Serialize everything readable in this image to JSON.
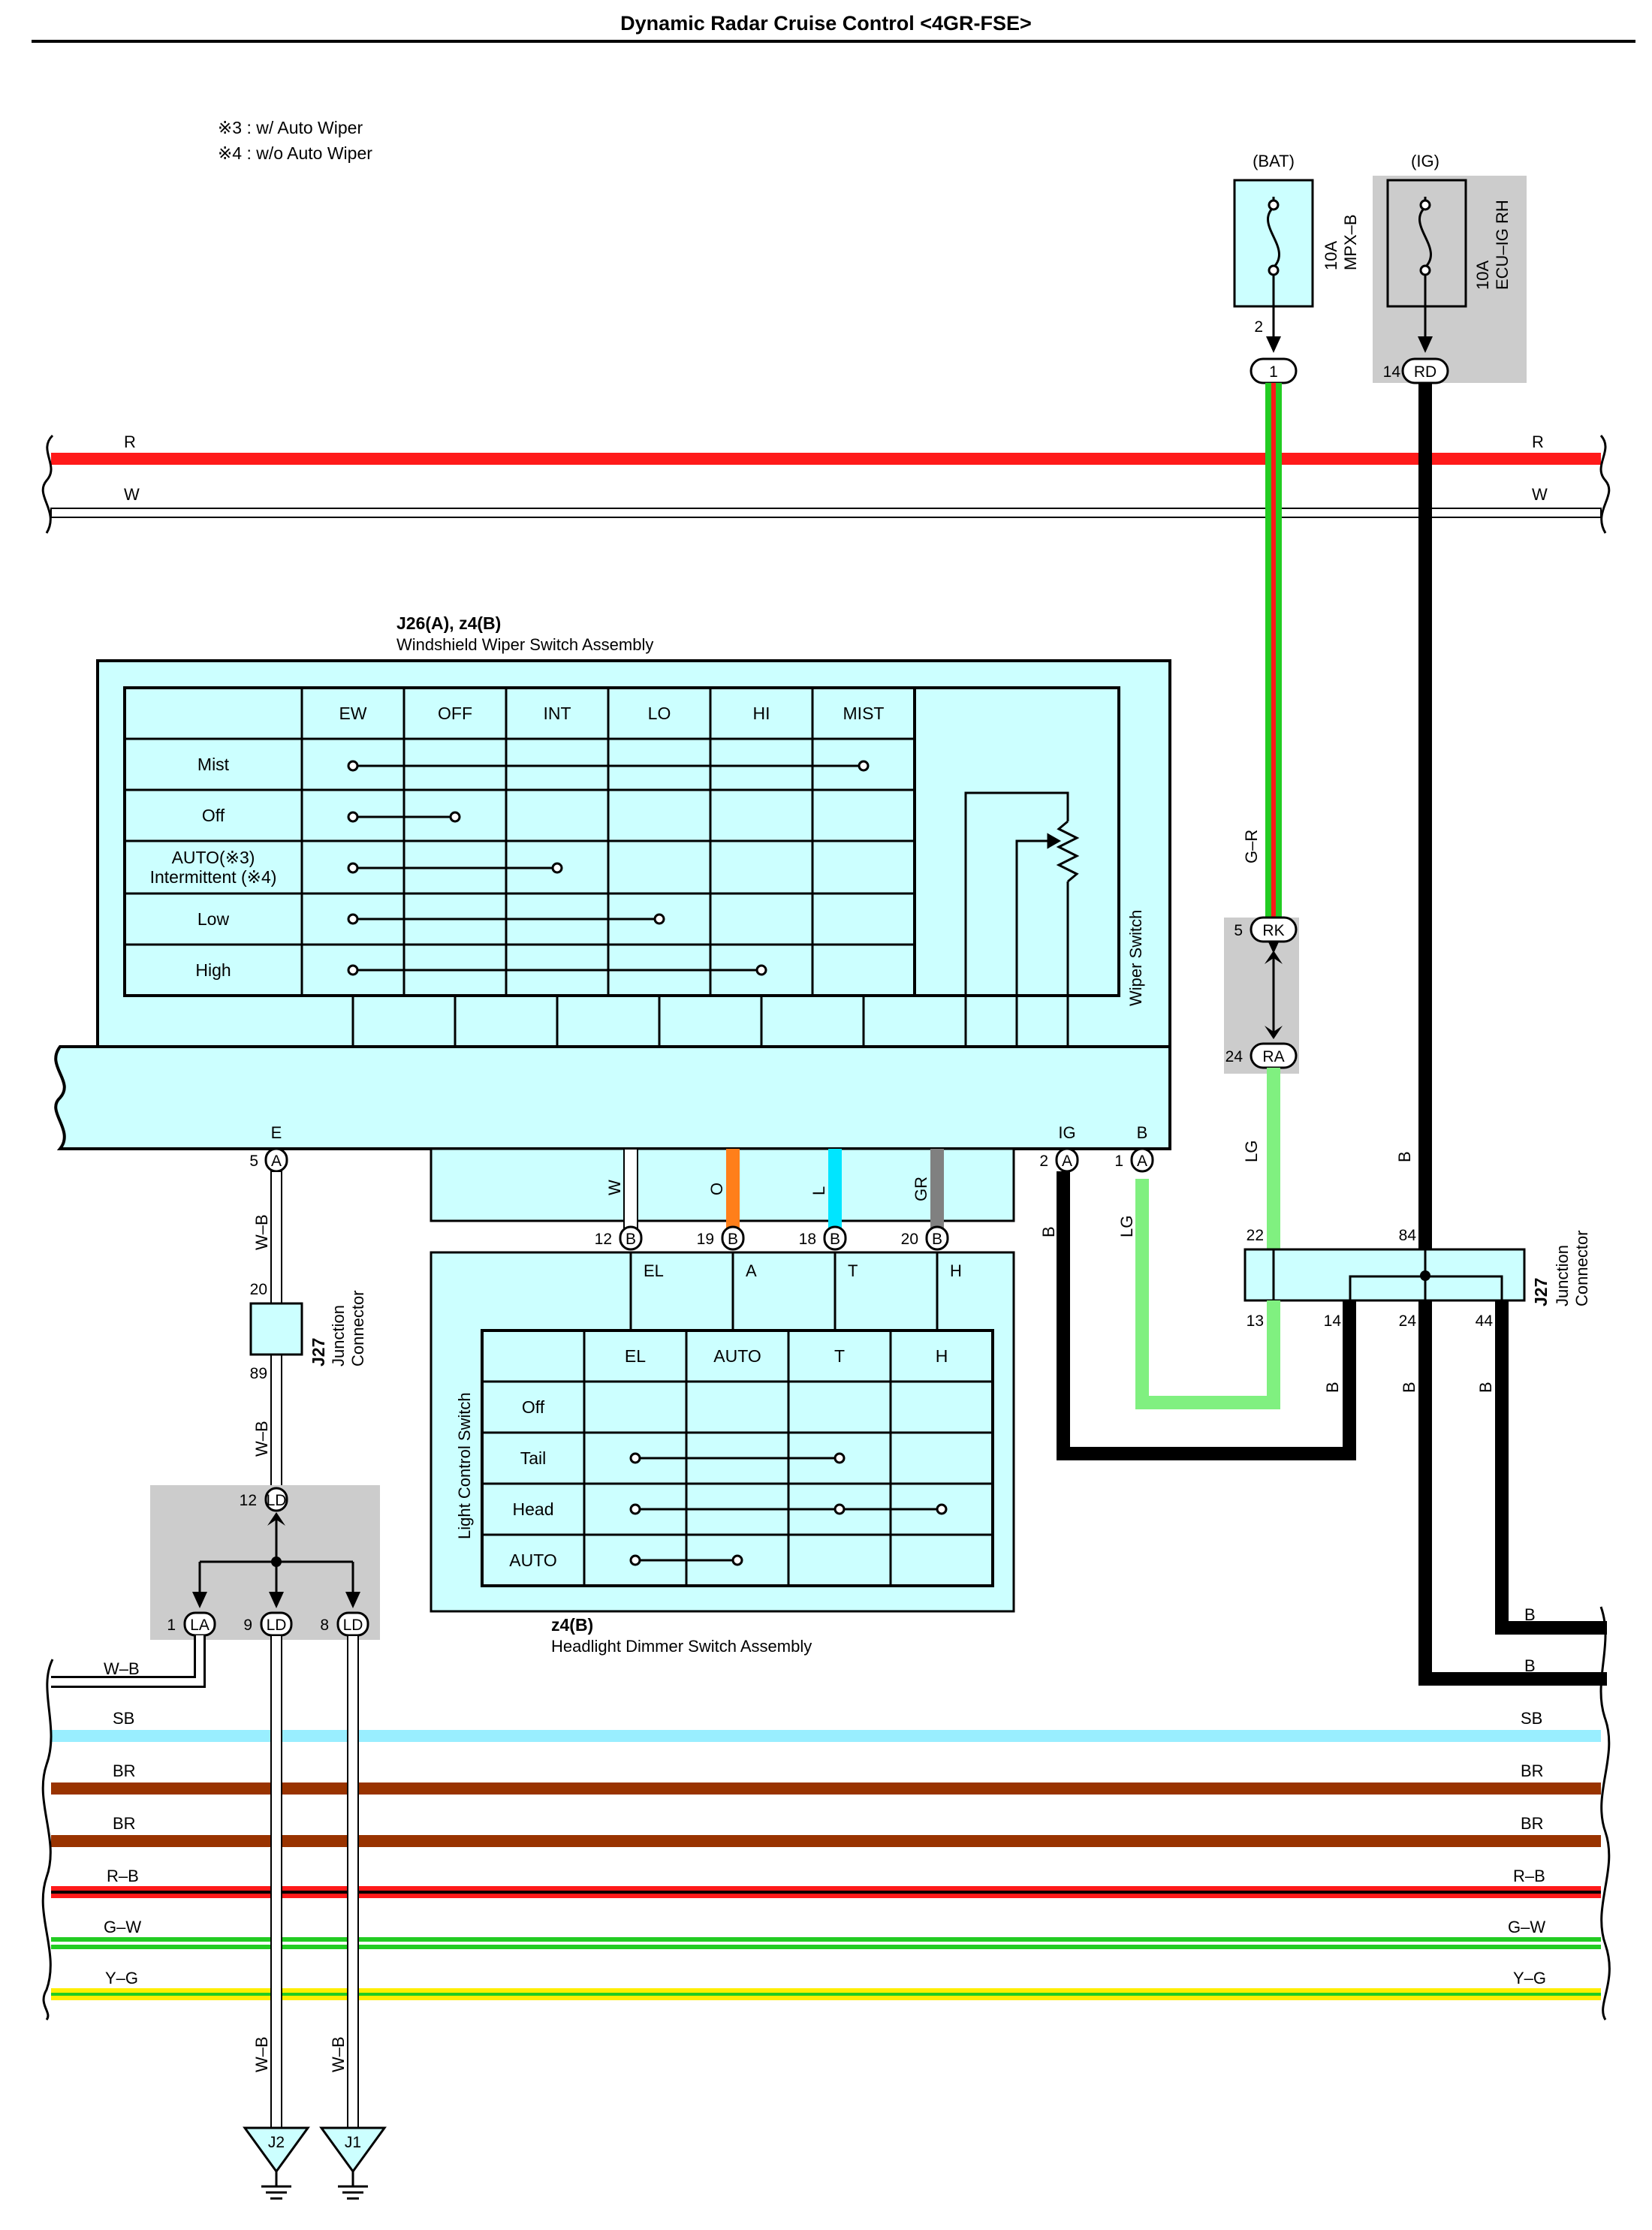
{
  "title": "Dynamic Radar Cruise Control <4GR-FSE>",
  "notes": [
    "※3 : w/ Auto Wiper",
    "※4 : w/o Auto Wiper"
  ],
  "colors": {
    "R": "#ff1a1a",
    "G": "#22cc22",
    "LG": "#80f080",
    "SB": "#99eeff",
    "BR": "#993300",
    "O": "#ff7f1a",
    "L": "#00e5ff",
    "GR": "#808080",
    "Y": "#ffee00",
    "B": "#000000",
    "W": "#ffffff",
    "comp": "#ccffff",
    "shade": "#cccccc"
  },
  "fuses": {
    "bat": {
      "source": "(BAT)",
      "rating": "10A",
      "name": "MPX–B",
      "pin": "2",
      "conn": "1"
    },
    "ig": {
      "source": "(IG)",
      "rating": "10A",
      "name": "ECU–IG RH",
      "pin": "14",
      "conn": "RD"
    }
  },
  "buses_top": [
    {
      "left": "R",
      "right": "R"
    },
    {
      "left": "W",
      "right": "W"
    }
  ],
  "wiper": {
    "id": "J26(A), z4(B)",
    "name": "Windshield Wiper Switch Assembly",
    "columns": [
      "EW",
      "OFF",
      "INT",
      "LO",
      "HI",
      "MIST"
    ],
    "rows": [
      "Mist",
      "Off",
      "AUTO(※3)",
      "Intermittent (※4)",
      "Low",
      "High"
    ],
    "side_label": "Wiper Switch",
    "terminals": {
      "E": "E",
      "IG": "IG",
      "B": "B"
    },
    "pins": {
      "e": "5",
      "ig": "2",
      "b": "1",
      "conn": "A"
    }
  },
  "light": {
    "id": "z4(B)",
    "name": "Headlight Dimmer Switch Assembly",
    "side_label": "Light Control Switch",
    "columns": [
      "EL",
      "AUTO",
      "T",
      "H"
    ],
    "rows": [
      "Off",
      "Tail",
      "Head",
      "AUTO"
    ],
    "wires": [
      "W",
      "O",
      "L",
      "GR"
    ],
    "pins": [
      "12",
      "19",
      "18",
      "20"
    ],
    "conn": "B",
    "terms": [
      "EL",
      "A",
      "T",
      "H"
    ]
  },
  "rk_ra": {
    "rk_pin": "5",
    "rk": "RK",
    "ra_pin": "24",
    "ra": "RA"
  },
  "j27_right": {
    "id": "J27",
    "name": [
      "Junction",
      "Connector"
    ],
    "top_pins": [
      "22",
      "84"
    ],
    "bot_pins": [
      "13",
      "14",
      "24",
      "44"
    ]
  },
  "j27_left": {
    "id": "J27",
    "name": [
      "Junction",
      "Connector"
    ],
    "pins": [
      "20",
      "89"
    ]
  },
  "ld": {
    "top_pin": "12",
    "top": "LD",
    "pins": [
      "1",
      "9",
      "8"
    ],
    "conns": [
      "LA",
      "LD",
      "LD"
    ]
  },
  "wire_labels": {
    "gr": "G–R",
    "lg_upper": "LG",
    "lg_lower": "LG",
    "b_ig": "B",
    "b_main": "B",
    "wb": "W–B",
    "b": "B"
  },
  "buses_bottom": [
    {
      "left": "W–B",
      "right": ""
    },
    {
      "left": "SB",
      "right": "SB"
    },
    {
      "left": "BR",
      "right": "BR"
    },
    {
      "left": "BR",
      "right": "BR"
    },
    {
      "left": "R–B",
      "right": "R–B"
    },
    {
      "left": "G–W",
      "right": "G–W"
    },
    {
      "left": "Y–G",
      "right": "Y–G"
    }
  ],
  "right_b": [
    "B",
    "B"
  ],
  "grounds": {
    "labels": [
      "J2",
      "J1"
    ],
    "wire": [
      "W–B",
      "W–B"
    ]
  }
}
